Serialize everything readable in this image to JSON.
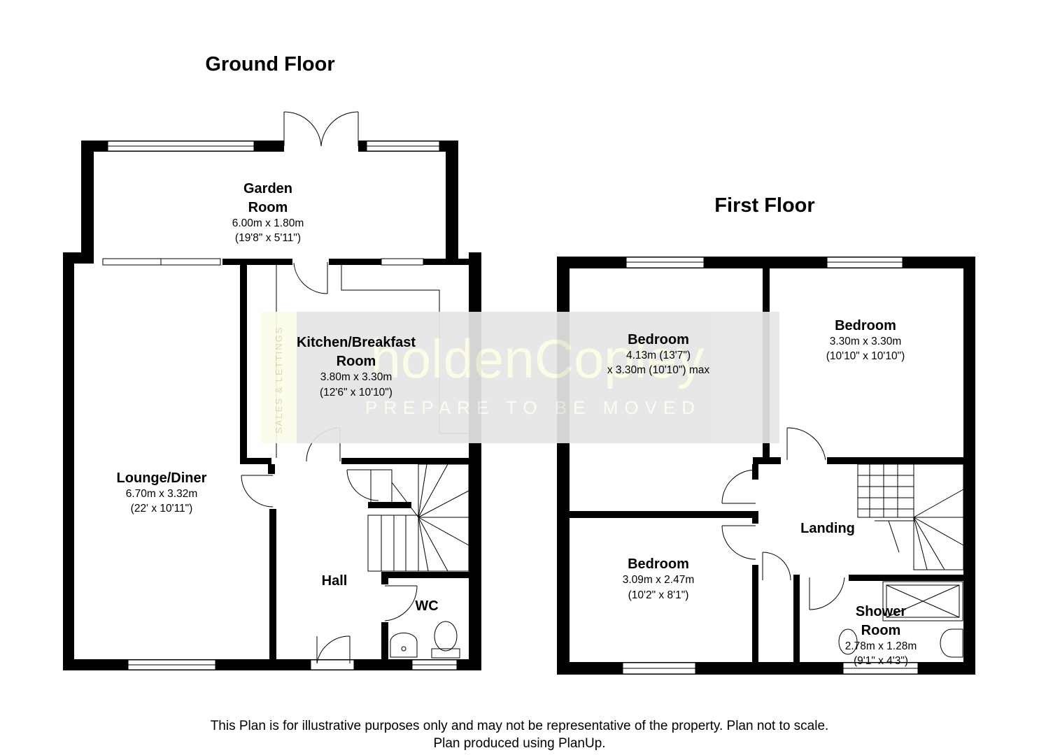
{
  "floors": {
    "ground": {
      "title": "Ground Floor",
      "rooms": {
        "garden_room": {
          "name_line1": "Garden",
          "name_line2": "Room",
          "dim_metric": "6.00m x 1.80m",
          "dim_imperial": "(19'8\" x 5'11\")"
        },
        "kitchen": {
          "name_line1": "Kitchen/Breakfast",
          "name_line2": "Room",
          "dim_metric": "3.80m x 3.30m",
          "dim_imperial": "(12'6\" x 10'10\")"
        },
        "lounge": {
          "name": "Lounge/Diner",
          "dim_metric": "6.70m x 3.32m",
          "dim_imperial": "(22' x 10'11\")"
        },
        "hall": {
          "name": "Hall"
        },
        "wc": {
          "name": "WC"
        }
      }
    },
    "first": {
      "title": "First Floor",
      "rooms": {
        "bedroom1": {
          "name": "Bedroom",
          "dim_metric": "4.13m (13'7\")",
          "dim_imperial": "x 3.30m (10'10\") max"
        },
        "bedroom2": {
          "name": "Bedroom",
          "dim_metric": "3.30m x 3.30m",
          "dim_imperial": "(10'10\" x 10'10\")"
        },
        "bedroom3": {
          "name": "Bedroom",
          "dim_metric": "3.09m x 2.47m",
          "dim_imperial": "(10'2\" x 8'1\")"
        },
        "landing": {
          "name": "Landing"
        },
        "shower_room": {
          "name_line1": "Shower",
          "name_line2": "Room",
          "dim_metric": "2.78m x 1.28m",
          "dim_imperial": "(9'1\" x 4'3\")"
        }
      }
    }
  },
  "watermark": {
    "logo": "holdenCopley",
    "tagline": "PREPARE TO BE MOVED",
    "side_text": "SALES & LETTINGS"
  },
  "disclaimer": {
    "line1": "This Plan is for illustrative purposes only and may not be representative of the property. Plan not to scale.",
    "line2": "Plan produced using PlanUp."
  },
  "colors": {
    "wall": "#000000",
    "background": "#ffffff",
    "watermark_panel": "#e6e6e6",
    "watermark_logo": "#fbfbe6"
  }
}
